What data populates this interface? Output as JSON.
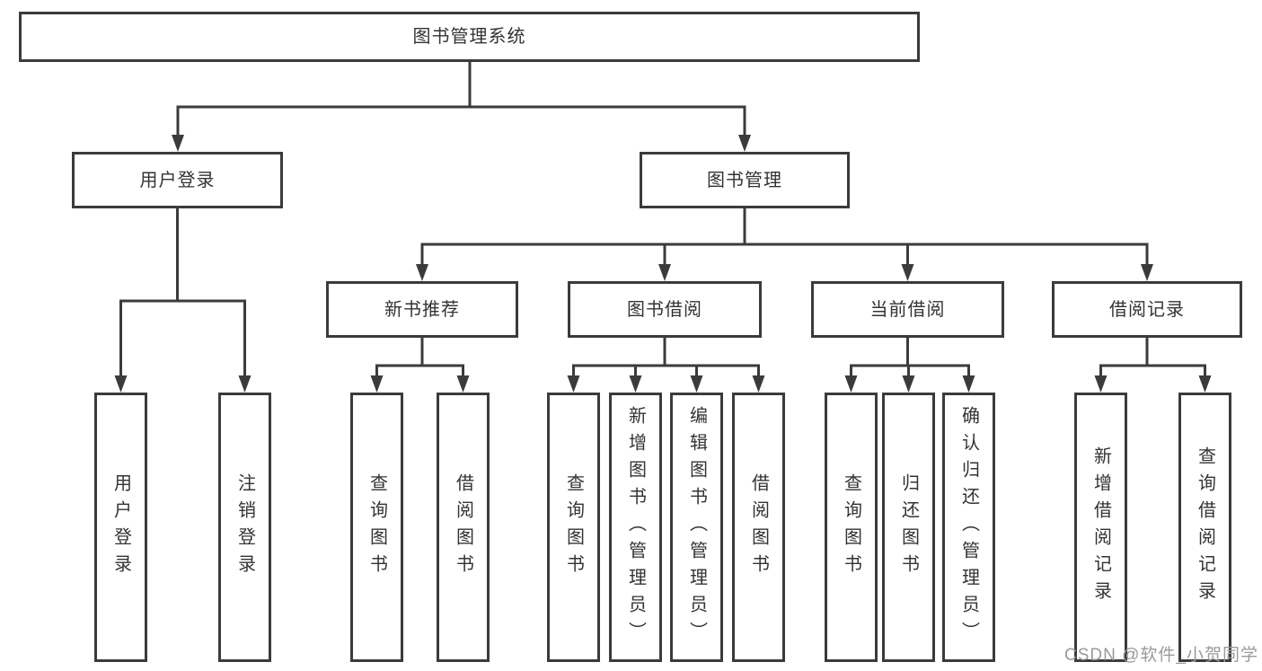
{
  "diagram": {
    "root": {
      "label": "图书管理系统"
    },
    "level2": [
      {
        "label": "用户登录"
      },
      {
        "label": "图书管理"
      }
    ],
    "level3": [
      {
        "label": "新书推荐"
      },
      {
        "label": "图书借阅"
      },
      {
        "label": "当前借阅"
      },
      {
        "label": "借阅记录"
      }
    ],
    "leaves": [
      {
        "label": "用户登录"
      },
      {
        "label": "注销登录"
      },
      {
        "label": "查询图书"
      },
      {
        "label": "借阅图书"
      },
      {
        "label": "查询图书"
      },
      {
        "label": "新增图书（管理员）"
      },
      {
        "label": "编辑图书（管理员）"
      },
      {
        "label": "借阅图书"
      },
      {
        "label": "查询图书"
      },
      {
        "label": "归还图书"
      },
      {
        "label": "确认归还（管理员）"
      },
      {
        "label": "新增借阅记录"
      },
      {
        "label": "查询借阅记录"
      }
    ],
    "watermark": "CSDN @软件_小贺同学",
    "colors": {
      "line": "#3b3b3b",
      "text": "#333333",
      "watermark": "#9a9a9a",
      "background": "#ffffff"
    }
  }
}
